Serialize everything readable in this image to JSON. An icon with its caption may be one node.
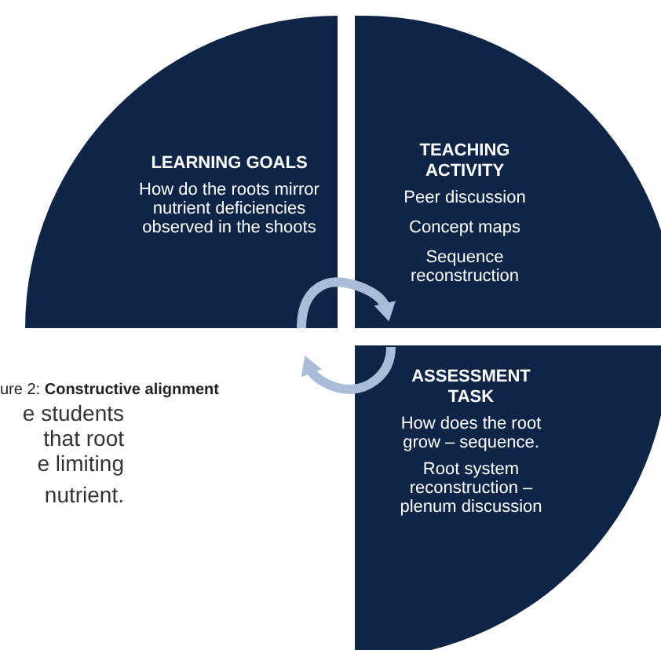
{
  "diagram": {
    "nodes": [
      {
        "text": [
          "LEARNING GOALS",
          "How do the roots mirror nutrient deficiencies observed in the shoots"
        ]
      },
      {
        "text": [
          "TEACHING ACTIVITY",
          "Peer discussion",
          "Concept maps",
          "Sequence reconstruction"
        ]
      },
      {
        "text": [
          "ASSESSMENT TASK",
          "How does the root grow – sequence.",
          "Root system reconstruction – plenum discussion"
        ]
      }
    ],
    "edges": [
      {
        "from": 0,
        "to": 1,
        "arrow": "to"
      },
      {
        "from": 2,
        "to": 0,
        "arrow": "to"
      }
    ],
    "labels": [
      "ure 2: **Constructive alignment**",
      "e students",
      "that root",
      "e limiting",
      "nutrient."
    ]
  }
}
